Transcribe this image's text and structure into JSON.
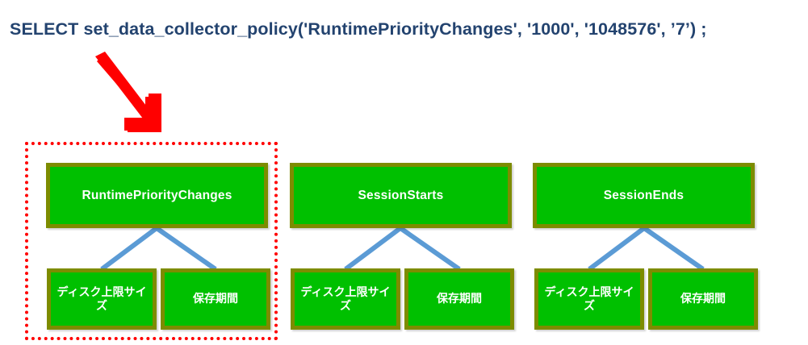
{
  "sql": {
    "statement": "SELECT set_data_collector_policy('RuntimePriorityChanges', '1000', '1048576', ’7’)  ;",
    "text_color": "#23436F"
  },
  "annotation": {
    "arrow_name": "red-arrow",
    "arrow_color": "#FF0000",
    "highlight_name": "red-dotted-selection",
    "highlight_color": "#FF0000"
  },
  "style": {
    "node_fill": "#00C000",
    "node_border": "#7D8C00",
    "node_text": "#FFFFFF",
    "connector_color": "#5B9BD5"
  },
  "groups": [
    {
      "id": "runtime-priority-changes",
      "parent": "RuntimePriorityChanges",
      "children": [
        "ディスク上限サイズ",
        "保存期間"
      ],
      "highlighted": true
    },
    {
      "id": "session-starts",
      "parent": "SessionStarts",
      "children": [
        "ディスク上限サイズ",
        "保存期間"
      ],
      "highlighted": false
    },
    {
      "id": "session-ends",
      "parent": "SessionEnds",
      "children": [
        "ディスク上限サイズ",
        "保存期間"
      ],
      "highlighted": false
    }
  ]
}
